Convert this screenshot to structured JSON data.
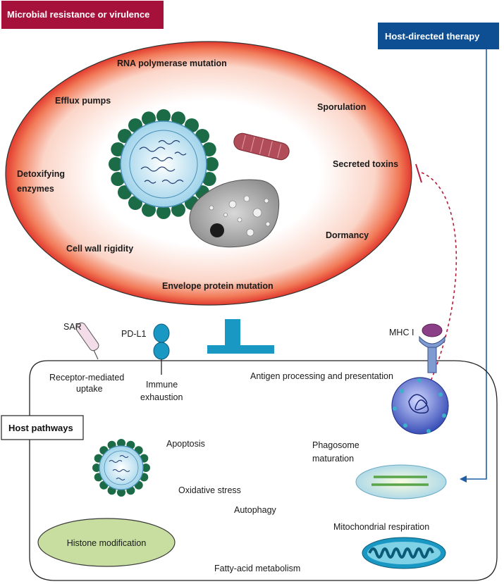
{
  "colors": {
    "resistance_header": "#a6113c",
    "therapy_header": "#0e4f93",
    "ellipse_outer": "#e23a2e",
    "host_arrow": "#1f5fa8",
    "inhibit_dash": "#b81c3c",
    "teal": "#1a98c4",
    "microbe_green": "#1a6b46"
  },
  "headers": {
    "resistance": "Microbial resistance or virulence",
    "therapy": "Host-directed therapy",
    "host": "Host pathways"
  },
  "microbial_factors": {
    "rna_polymerase": "RNA polymerase mutation",
    "efflux": "Efflux pumps",
    "sporulation": "Sporulation",
    "secreted_toxins": "Secreted toxins",
    "detox_line1": "Detoxifying",
    "detox_line2": "enzymes",
    "dormancy": "Dormancy",
    "cell_wall": "Cell wall rigidity",
    "envelope": "Envelope protein mutation"
  },
  "surface": {
    "sar": "SAR",
    "pdl1": "PD-L1",
    "mhc": "MHC I",
    "receptor_line1": "Receptor-mediated",
    "receptor_line2": "uptake",
    "immune_line1": "Immune",
    "immune_line2": "exhaustion",
    "antigen": "Antigen processing and presentation"
  },
  "host_pathways": {
    "apoptosis": "Apoptosis",
    "phago_line1": "Phagosome",
    "phago_line2": "maturation",
    "oxidative": "Oxidative stress",
    "autophagy": "Autophagy",
    "histone": "Histone modification",
    "mito": "Mitochondrial respiration",
    "fatty": "Fatty-acid metabolism"
  },
  "icons": [
    "virus-icon",
    "bacillus-icon",
    "spore-cell-icon",
    "receptor-icon",
    "pd-l1-icon",
    "mhc-icon",
    "inhibition-t-icon",
    "antigen-cell-icon",
    "phagosome-icon",
    "mitochondrion-icon",
    "histone-icon"
  ]
}
